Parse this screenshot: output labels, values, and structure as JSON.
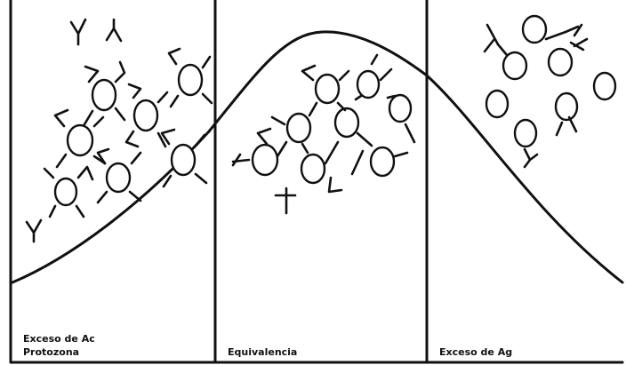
{
  "zones": [
    {
      "id": "antibody-excess",
      "label_line1": "Exceso de Ac",
      "label_line2": "Protozona"
    },
    {
      "id": "equivalence",
      "label_line1": "Equivalencia"
    },
    {
      "id": "antigen-excess",
      "label_line1": "Exceso de Ag"
    }
  ],
  "colors": {
    "ink": "#111111",
    "background": "#ffffff"
  }
}
